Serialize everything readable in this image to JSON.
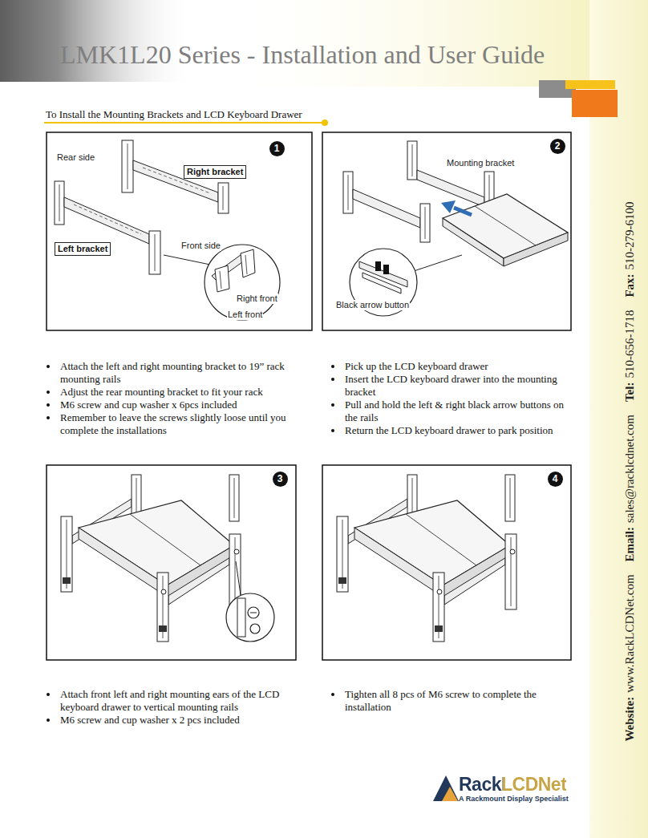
{
  "diagram": {
    "title": "LMK1L20 Series - Installation and User Guide",
    "nodes": [
      {
        "text": [
          "1"
        ]
      },
      {
        "text": [
          "Right bracket"
        ]
      },
      {
        "text": [
          "Left bracket"
        ]
      },
      {
        "text": [
          "2"
        ]
      },
      {
        "text": [
          "3"
        ]
      },
      {
        "text": [
          "4"
        ]
      }
    ],
    "labels": [
      "To Install the Mounting Brackets and LCD Keyboard Drawer",
      "Rear side",
      "Front side",
      "Right front",
      "Left front",
      "Mounting bracket",
      "Black arrow button",
      "Attach the left and right mounting bracket to 19” rack mounting rails",
      "Adjust the rear mounting bracket to fit your rack",
      "M6 screw and cup washer x 6pcs included",
      "Remember to leave the screws slightly loose until you complete the installations",
      "Pick up the LCD keyboard drawer",
      "Insert the LCD keyboard drawer into the mounting bracket",
      "Pull and hold the left & right black arrow buttons on the rails",
      "Return the LCD keyboard drawer to park position",
      "Attach front left and right mounting ears of the LCD keyboard drawer to vertical mounting rails",
      "M6 screw and cup washer x 2 pcs included",
      "Tighten all 8 pcs of M6 screw to complete the installation",
      "Website:",
      "www.RackLCDNet.com",
      "Email:",
      "sales@racklcdnet.com",
      "Tel:",
      "510-656-1718",
      "Fax:",
      "510-279-6100",
      "RackLCDNet",
      "A Rackmount Display Specialist"
    ]
  }
}
